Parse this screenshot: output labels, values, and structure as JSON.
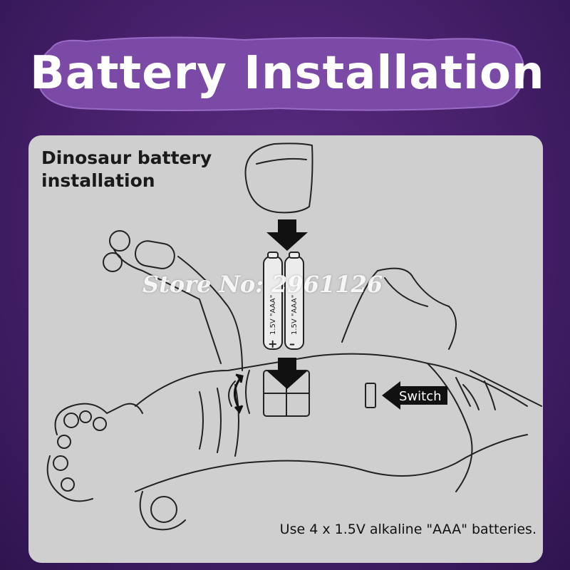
{
  "header": {
    "title": "Battery Installation"
  },
  "panel": {
    "heading": "Dinosaur battery installation",
    "footer_note": "Use 4 x 1.5V alkaline \"AAA\" batteries.",
    "switch_label": "Switch"
  },
  "batteries": [
    {
      "sign": "+",
      "label": "1.5V \"AAA\""
    },
    {
      "sign": "–",
      "label": "1.5V \"AAA\""
    }
  ],
  "watermark": "Store No: 2961126",
  "colors": {
    "background": "#46206a",
    "banner": "#7a4aa6",
    "panel": "#cfcfcf",
    "arrow": "#111111",
    "line_art": "#222222"
  }
}
